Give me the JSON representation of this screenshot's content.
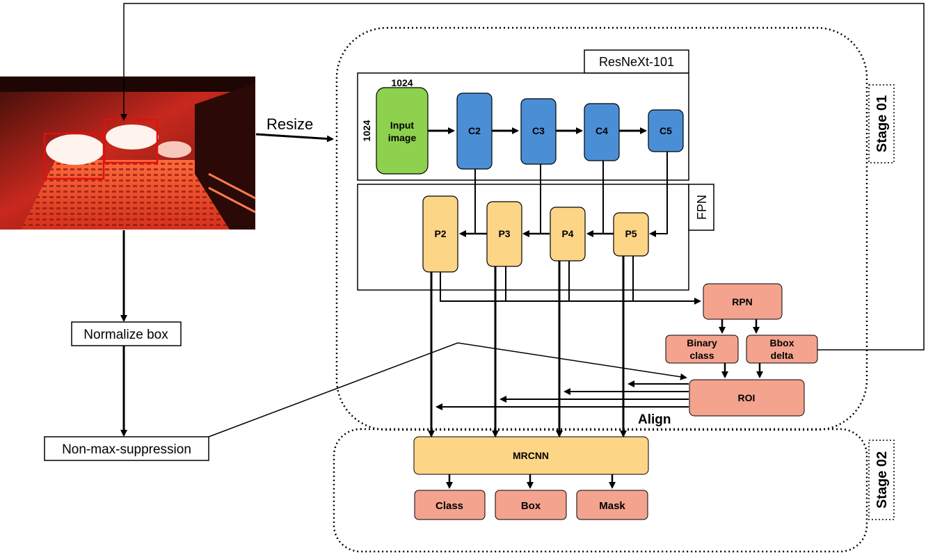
{
  "title": "",
  "photo": {
    "description": "pigs in pen with red bounding boxes"
  },
  "labels": {
    "resize": "Resize",
    "normalize_box": "Normalize box",
    "nms": "Non-max-suppression",
    "align": "Align",
    "stage1": "Stage 01",
    "stage2": "Stage 02",
    "backbone": "ResNeXt-101",
    "fpn": "FPN",
    "dim_w": "1024",
    "dim_h": "1024"
  },
  "blocks": {
    "input": "Input image",
    "c2": "C2",
    "c3": "C3",
    "c4": "C4",
    "c5": "C5",
    "p2": "P2",
    "p3": "P3",
    "p4": "P4",
    "p5": "P5",
    "rpn": "RPN",
    "binary_l1": "Binary",
    "binary_l2": "class",
    "bbox_l1": "Bbox",
    "bbox_l2": "delta",
    "roi": "ROI",
    "mrcnn": "MRCNN",
    "class": "Class",
    "box": "Box",
    "mask": "Mask"
  },
  "colors": {
    "input_fill": "#8dd14f",
    "c_fill": "#4a8fd6",
    "p_fill": "#fdd587",
    "mrcnn_fill": "#fdd587",
    "salmon_fill": "#f4a38e",
    "photo_bg": "#c8281e"
  }
}
